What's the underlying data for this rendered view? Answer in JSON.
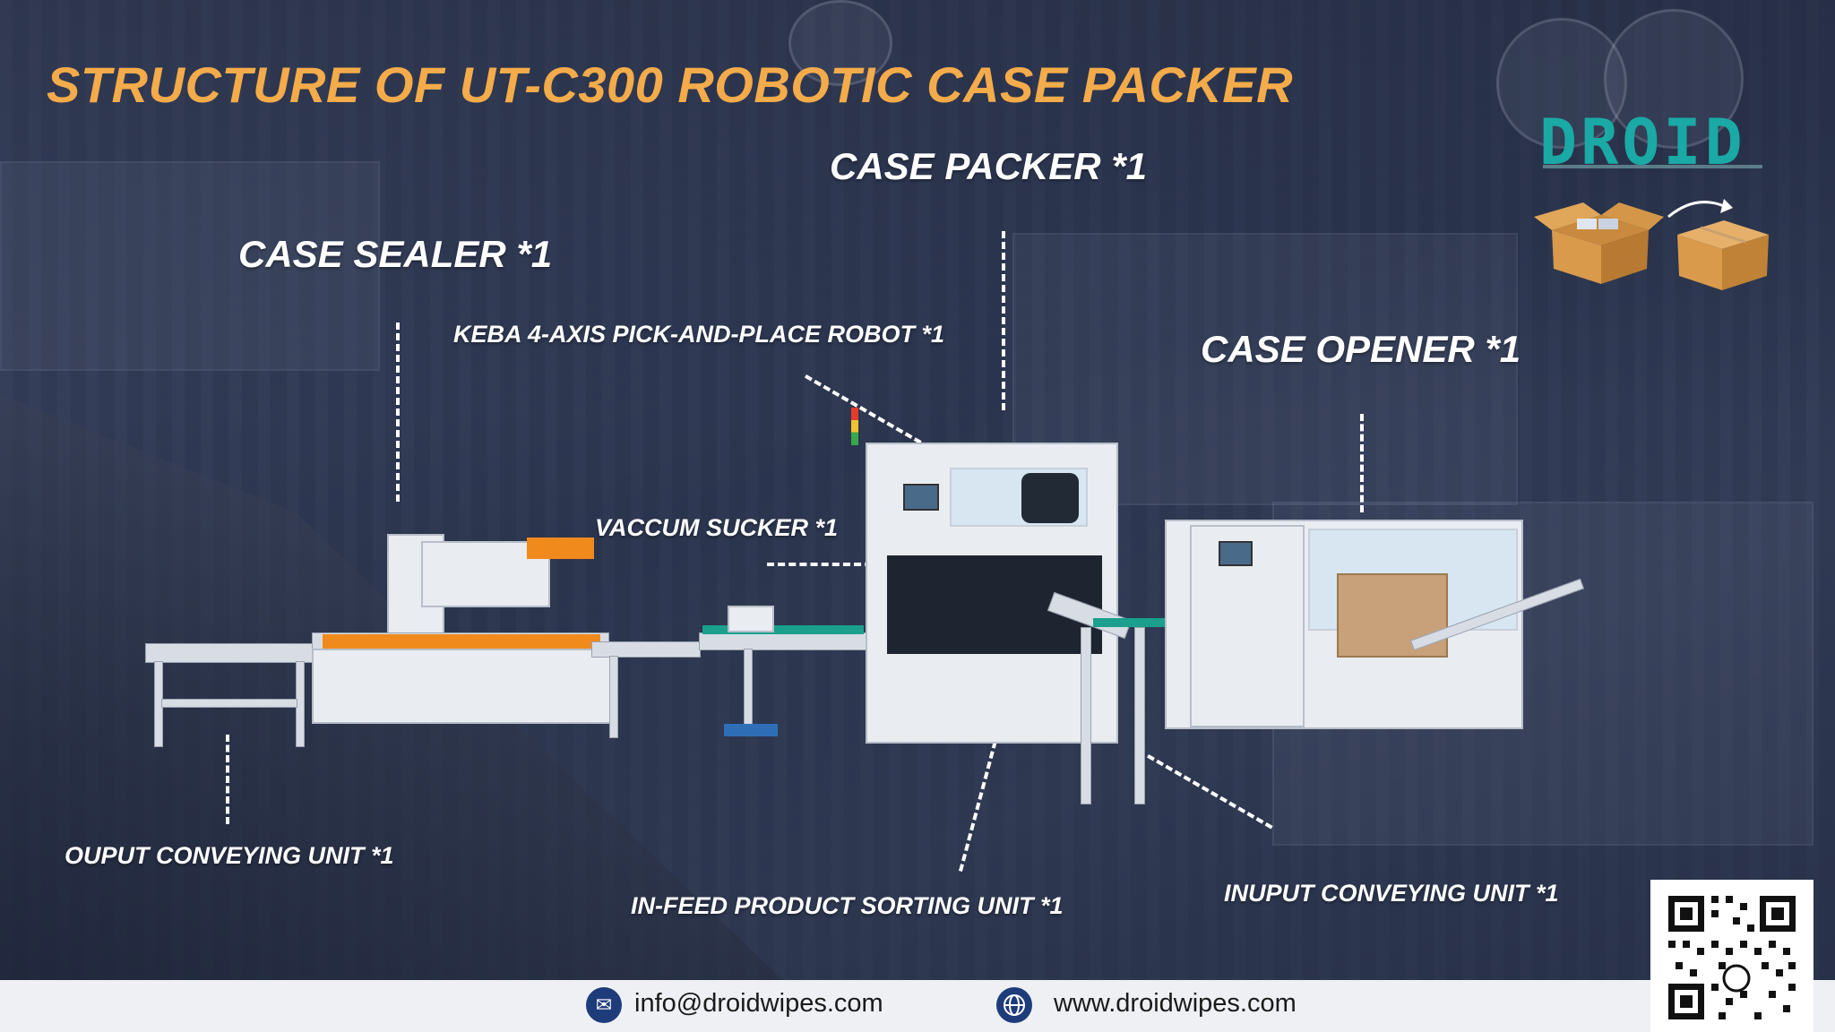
{
  "title": "STRUCTURE OF UT-C300 ROBOTIC CASE PACKER",
  "labels": {
    "case_packer": "CASE PACKER *1",
    "case_sealer": "CASE SEALER *1",
    "case_opener": "CASE OPENER *1",
    "robot": "KEBA 4-AXIS PICK-AND-PLACE ROBOT *1",
    "sucker": "VACCUM SUCKER *1",
    "output_conveying": "OUPUT CONVEYING UNIT *1",
    "infeed_sorting": "IN-FEED PRODUCT SORTING UNIT *1",
    "input_conveying": "INUPUT CONVEYING UNIT *1"
  },
  "logo": {
    "text": "DROID"
  },
  "footer": {
    "email": "info@droidwipes.com",
    "website": "www.droidwipes.com"
  },
  "colors": {
    "title": "#f4ab4a",
    "logo": "#1aa9a5",
    "footer_icon": "#1e3b7a"
  },
  "icons": [
    "email-icon",
    "globe-icon",
    "qr-code",
    "open-box-icon",
    "closed-box-icon",
    "arrow-icon"
  ]
}
